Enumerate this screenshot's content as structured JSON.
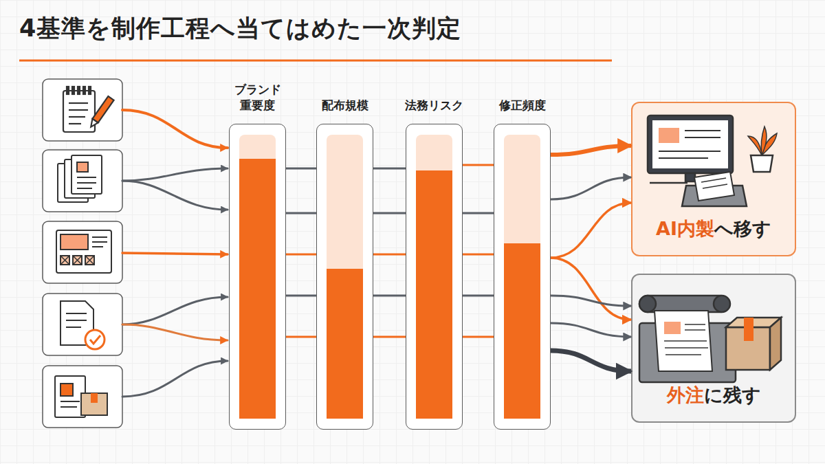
{
  "diagram": {
    "title": "4基準を制作工程へ当てはめた一次判定",
    "nodes": [
      {
        "text": [
          "ブランド 重要度"
        ]
      },
      {
        "text": [
          "配布規模"
        ]
      },
      {
        "text": [
          "法務リスク"
        ]
      },
      {
        "text": [
          "修正頻度"
        ]
      },
      {
        "text": [
          "AI内製",
          "へ移す"
        ]
      },
      {
        "text": [
          "外注",
          "に残す"
        ]
      }
    ],
    "edges": [
      {
        "from": 0,
        "to": 1,
        "arrow": "none"
      },
      {
        "from": 0,
        "to": 1,
        "arrow": "none"
      },
      {
        "from": 0,
        "to": 1,
        "arrow": "none"
      },
      {
        "from": 0,
        "to": 1,
        "arrow": "none"
      },
      {
        "from": 0,
        "to": 1,
        "arrow": "none"
      },
      {
        "from": 1,
        "to": 2,
        "arrow": "none"
      },
      {
        "from": 1,
        "to": 2,
        "arrow": "none"
      },
      {
        "from": 1,
        "to": 2,
        "arrow": "none"
      },
      {
        "from": 1,
        "to": 2,
        "arrow": "none"
      },
      {
        "from": 1,
        "to": 2,
        "arrow": "none"
      },
      {
        "from": 2,
        "to": 3,
        "arrow": "none"
      },
      {
        "from": 2,
        "to": 3,
        "arrow": "none"
      },
      {
        "from": 2,
        "to": 3,
        "arrow": "none"
      },
      {
        "from": 2,
        "to": 3,
        "arrow": "none"
      },
      {
        "from": 2,
        "to": 3,
        "arrow": "none"
      },
      {
        "from": 3,
        "to": 4,
        "arrow": "to"
      },
      {
        "from": 3,
        "to": 4,
        "arrow": "to"
      },
      {
        "from": 3,
        "to": 4,
        "arrow": "to"
      },
      {
        "from": 3,
        "to": 5,
        "arrow": "to"
      },
      {
        "from": 3,
        "to": 5,
        "arrow": "to"
      },
      {
        "from": 3,
        "to": 5,
        "arrow": "to"
      },
      {
        "from": 3,
        "to": 5,
        "arrow": "to"
      }
    ]
  }
}
